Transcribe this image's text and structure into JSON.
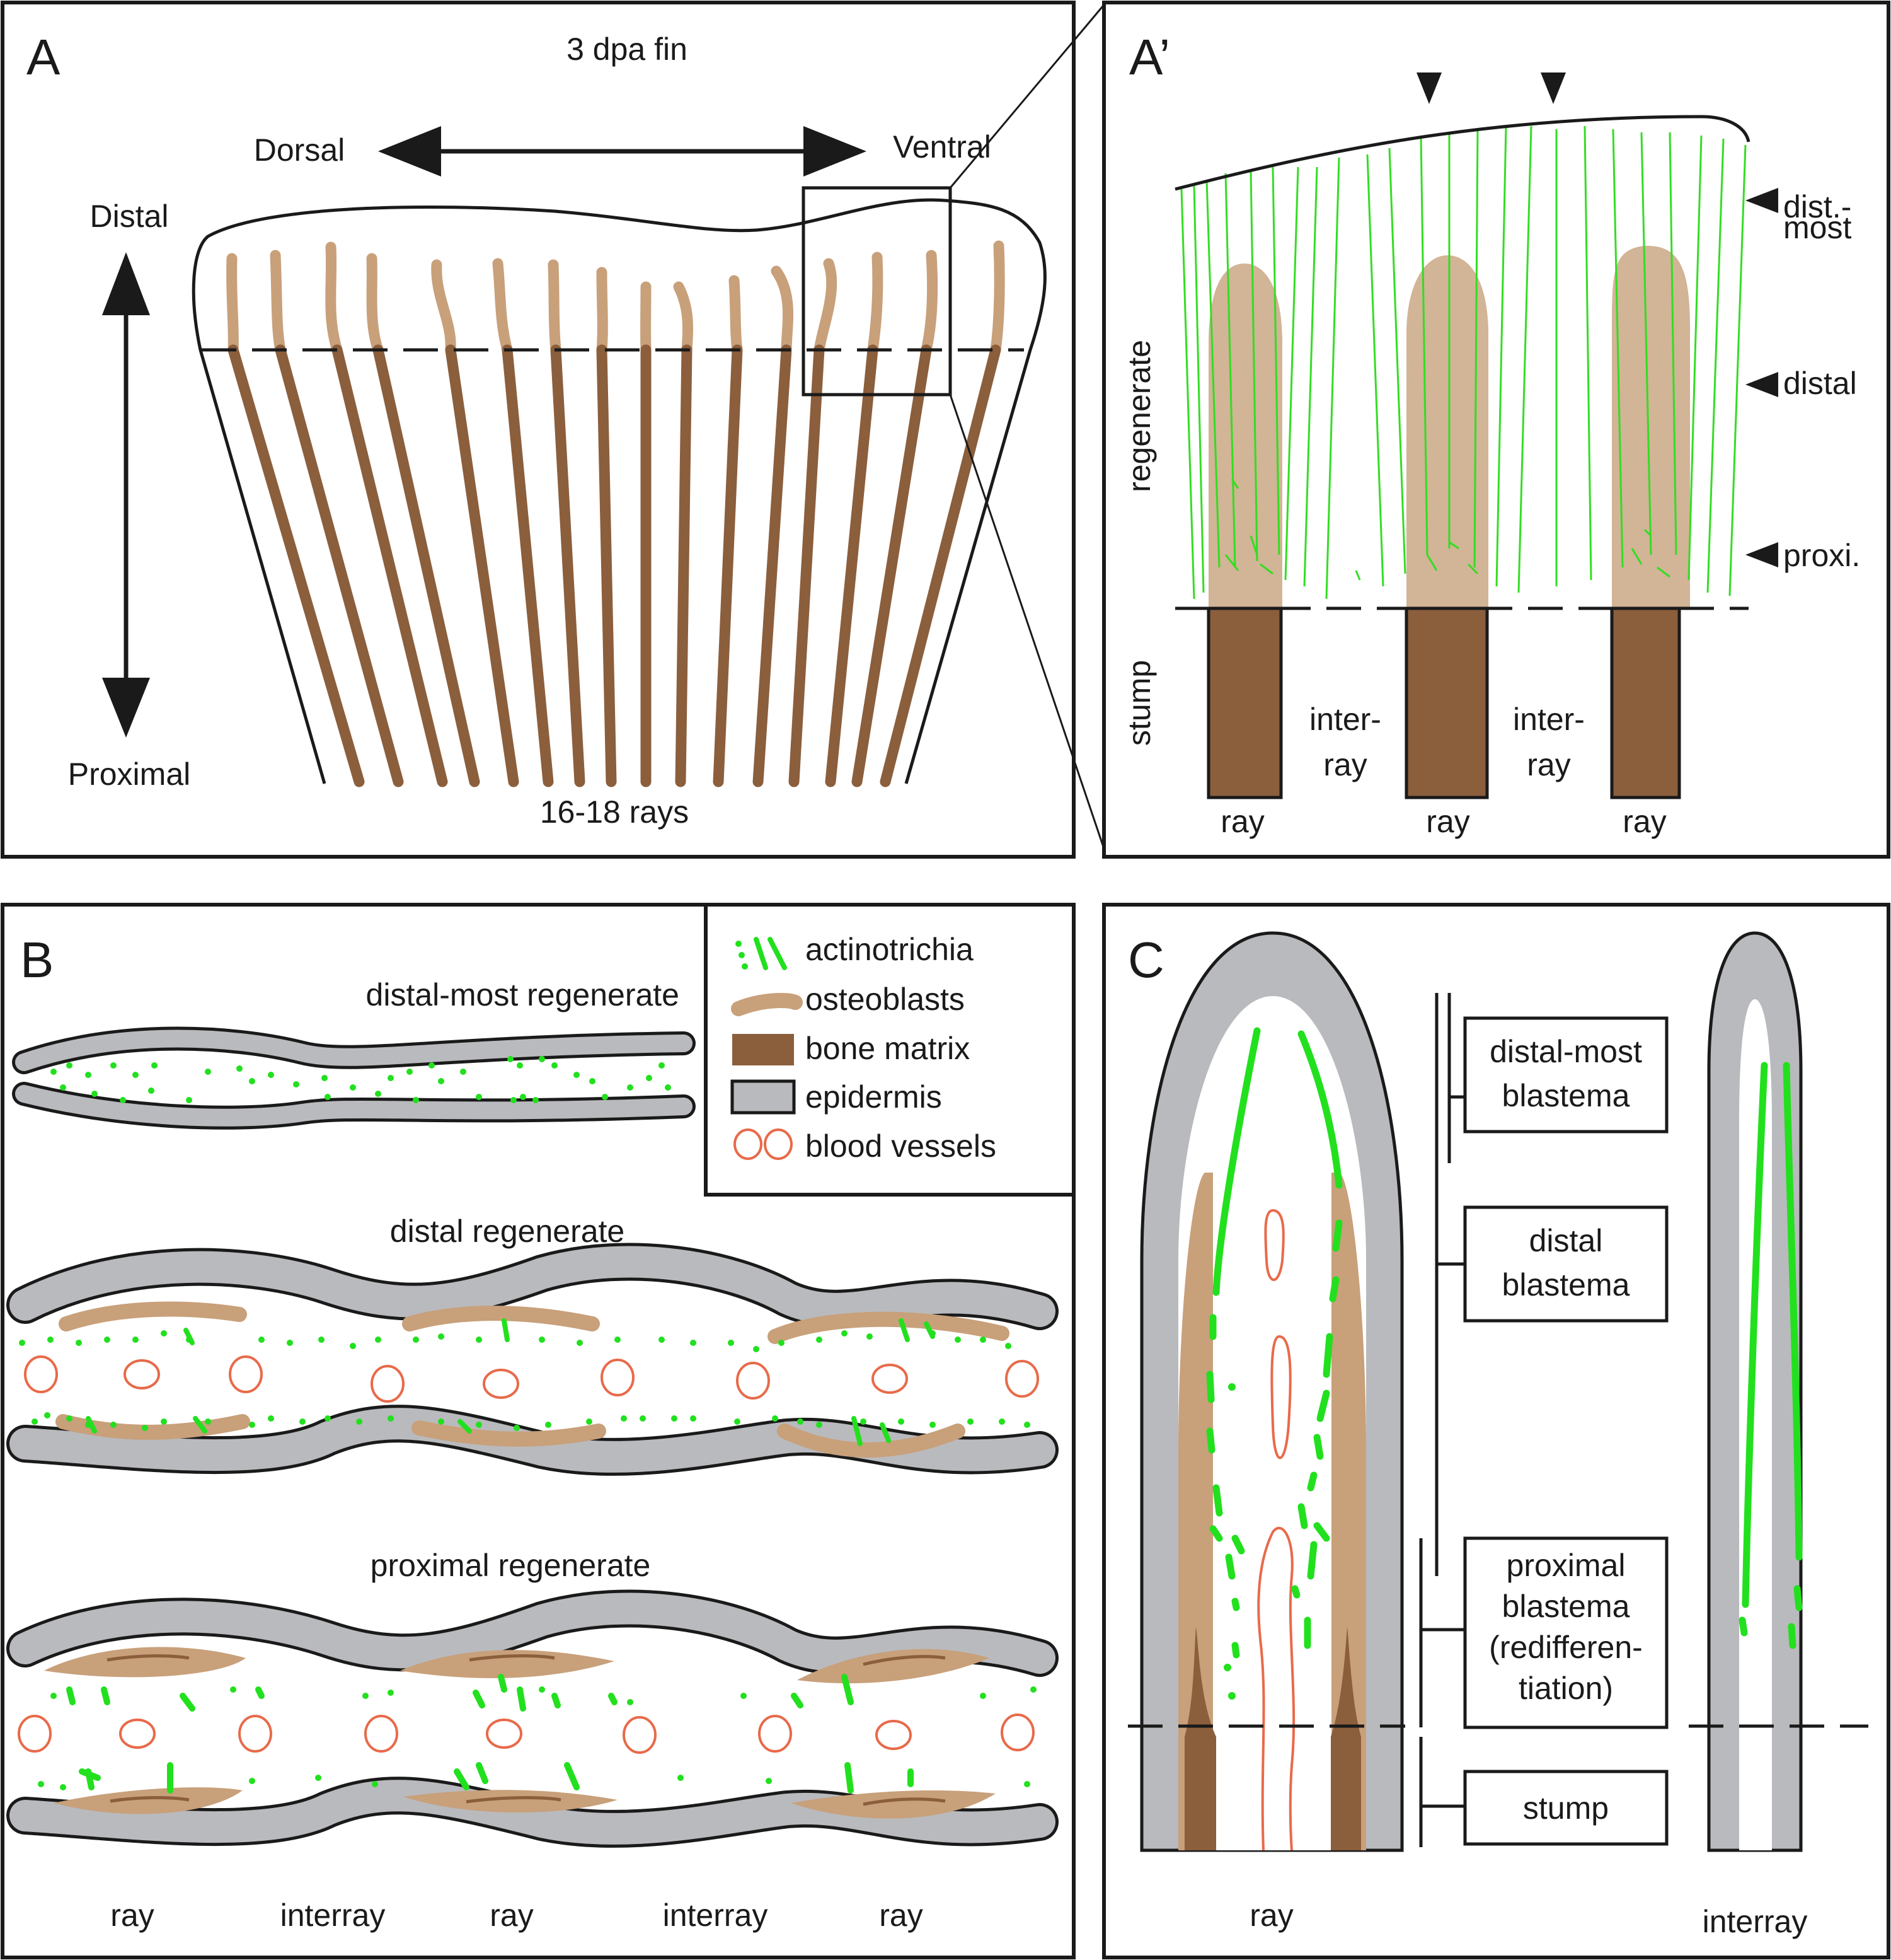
{
  "colors": {
    "actinotrichia": "#22e01e",
    "osteoblasts": "#c8a07a",
    "bone_matrix": "#8b5e3c",
    "epidermis": "#b9babd",
    "blood_vessels": "#e86a4a",
    "outline": "#1a1a1a"
  },
  "panelA": {
    "letter": "A",
    "title": "3 dpa fin",
    "dorsal": "Dorsal",
    "ventral": "Ventral",
    "distal": "Distal",
    "proximal": "Proximal",
    "rays_label": "16-18 rays"
  },
  "panelA2": {
    "letter": "A’",
    "regenerate": "regenerate",
    "stump": "stump",
    "level_distmost_1": "dist.-",
    "level_distmost_2": "most",
    "level_distal": "distal",
    "level_proxi": "proxi.",
    "ray_labels": [
      "ray",
      "ray",
      "ray"
    ],
    "interray_labels": [
      {
        "line1": "inter-",
        "line2": "ray"
      },
      {
        "line1": "inter-",
        "line2": "ray"
      }
    ]
  },
  "panelB": {
    "letter": "B",
    "distal_most": "distal-most regenerate",
    "distal": "distal regenerate",
    "proximal": "proximal regenerate",
    "legend": {
      "actinotrichia": "actinotrichia",
      "osteoblasts": "osteoblasts",
      "bone_matrix": "bone matrix",
      "epidermis": "epidermis",
      "blood_vessels": "blood vessels"
    },
    "bottom_labels": [
      "ray",
      "interray",
      "ray",
      "interray",
      "ray"
    ]
  },
  "panelC": {
    "letter": "C",
    "boxes": {
      "distal_most_1": "distal-most",
      "distal_most_2": "blastema",
      "distal_1": "distal",
      "distal_2": "blastema",
      "proximal_1": "proximal",
      "proximal_2": "blastema",
      "proximal_3": "(redifferen-",
      "proximal_4": "tiation)",
      "stump": "stump"
    },
    "ray": "ray",
    "interray": "interray"
  }
}
